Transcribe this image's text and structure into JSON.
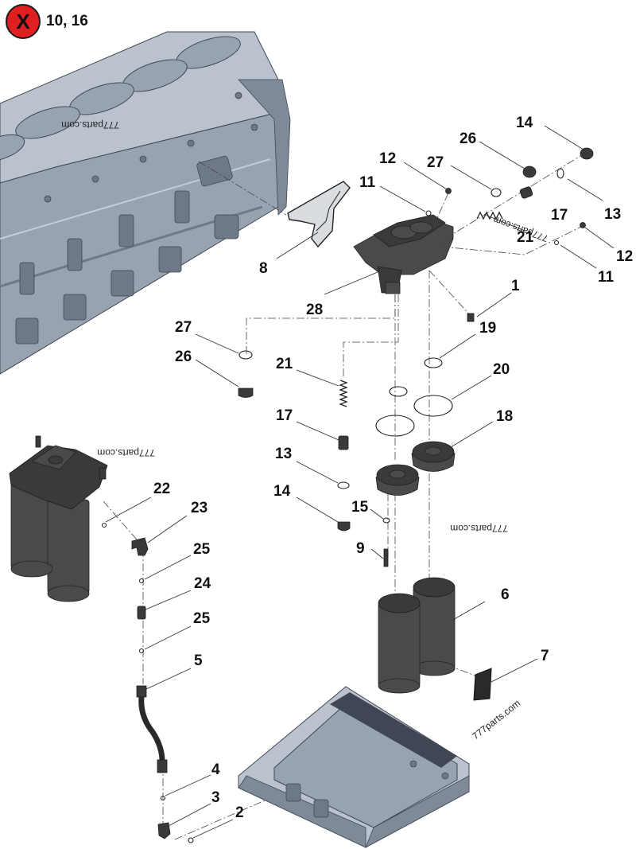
{
  "notice": {
    "badge_symbol": "X",
    "badge_color": "#e02020",
    "text": "10, 16"
  },
  "watermarks": {
    "mark": "777parts.com"
  },
  "callouts": {
    "c1": "1",
    "c2": "2",
    "c3": "3",
    "c4": "4",
    "c5": "5",
    "c6": "6",
    "c7": "7",
    "c8": "8",
    "c9": "9",
    "c11a": "11",
    "c11b": "11",
    "c12a": "12",
    "c12b": "12",
    "c13a": "13",
    "c13b": "13",
    "c14a": "14",
    "c14b": "14",
    "c15": "15",
    "c17a": "17",
    "c17b": "17",
    "c18": "18",
    "c19": "19",
    "c20": "20",
    "c21a": "21",
    "c21b": "21",
    "c22": "22",
    "c23": "23",
    "c24": "24",
    "c25a": "25",
    "c25b": "25",
    "c26a": "26",
    "c26b": "26",
    "c27a": "27",
    "c27b": "27",
    "c28": "28"
  }
}
